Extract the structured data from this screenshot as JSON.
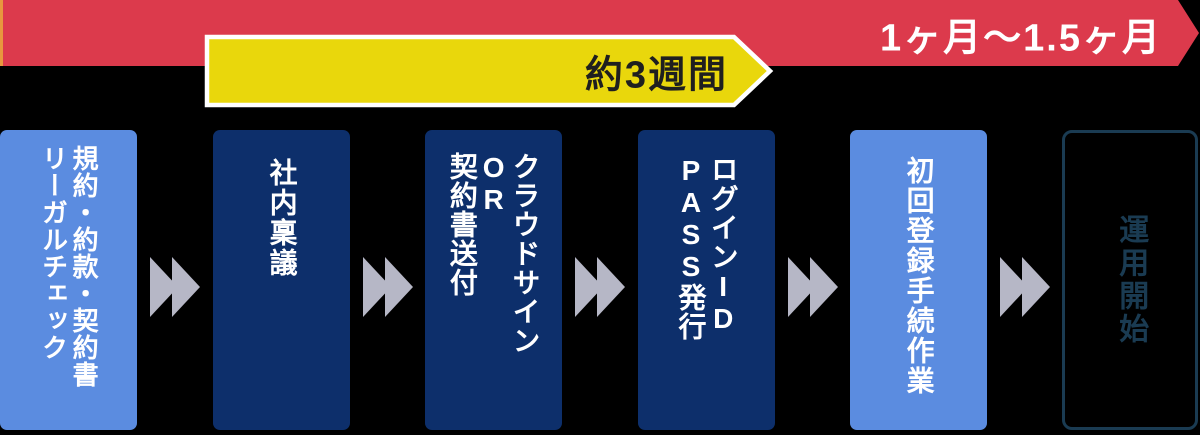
{
  "diagram_title": "service-onboarding-flow",
  "timeline": {
    "total_arrow": {
      "label": "1ヶ月〜1.5ヶ月",
      "icon": "right-arrow-banner-icon",
      "color": "#DC3A4C",
      "left_edge_accent_color": "#E8973E",
      "text_color": "#FFFFFF"
    },
    "phase_arrow": {
      "label": "約3週間",
      "icon": "right-arrow-banner-icon",
      "color": "#E9D70C",
      "border_color": "#FFFFFF",
      "text_color": "#1F1F1F"
    }
  },
  "steps": [
    {
      "label": "規約・約款・契約書\nリーガルチェック",
      "variant": "light"
    },
    {
      "label": "社内稟議",
      "variant": "dark"
    },
    {
      "label": "クラウドサイン\nOR\n契約書送付",
      "variant": "dark"
    },
    {
      "label": "ログインID\nPASS発行",
      "variant": "dark"
    },
    {
      "label": "初回登録手続作業",
      "variant": "light"
    },
    {
      "label": "運用開始",
      "variant": "outline"
    }
  ],
  "connector_icon": "double-chevron-right-icon",
  "colors": {
    "bg": "#000000",
    "red": "#DC3A4C",
    "red_edge": "#E8973E",
    "yellow": "#E9D70C",
    "yellow_border": "#FFFFFF",
    "phase_text": "#1F1F1F",
    "light_blue": "#5B8CE0",
    "navy": "#0D2F6B",
    "outline": "#1A3B52",
    "chevron": "#B6B7C6",
    "white_text": "#FFFFFF"
  }
}
